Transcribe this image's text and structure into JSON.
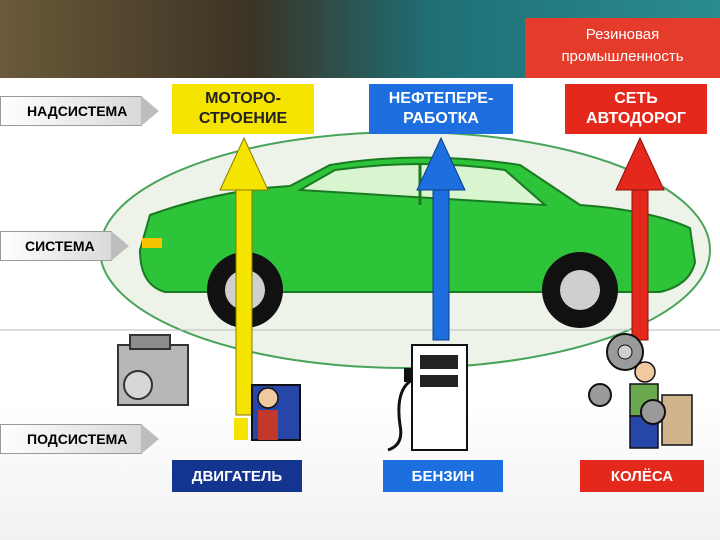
{
  "banner": {
    "line1": "Резиновая",
    "line2": "промышленность"
  },
  "levels": {
    "supersystem": "НАДСИСТЕМА",
    "system": "СИСТЕМА",
    "subsystem": "ПОДСИСТЕМА"
  },
  "top_boxes": {
    "engine_building": {
      "line1": "МОТОРО-",
      "line2": "СТРОЕНИЕ"
    },
    "oil_refining": {
      "line1": "НЕФТЕПЕРЕ-",
      "line2": "РАБОТКА"
    },
    "road_network": {
      "line1": "СЕТЬ",
      "line2": "АВТОДОРОГ"
    }
  },
  "bottom_boxes": {
    "engine": "ДВИГАТЕЛЬ",
    "fuel": "БЕНЗИН",
    "wheels": "КОЛЁСА"
  },
  "colors": {
    "yellow": "#f5e400",
    "blue": "#1d6fe0",
    "red": "#e5281c",
    "dark_blue": "#14358f",
    "car_green": "#2ec43a"
  }
}
